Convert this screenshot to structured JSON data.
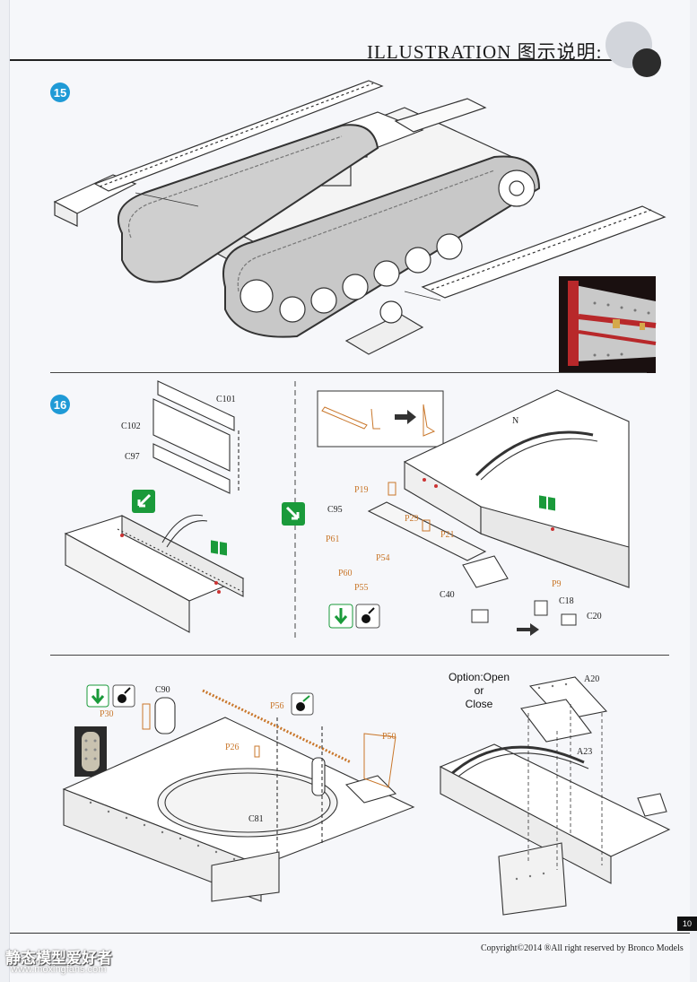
{
  "header": {
    "title": "ILLUSTRATION 图示说明:"
  },
  "steps": [
    {
      "number": "15"
    },
    {
      "number": "16"
    }
  ],
  "parts": {
    "c101": "C101",
    "c102": "C102",
    "c97": "C97",
    "n": "N",
    "p19": "P19",
    "c95": "C95",
    "p29": "P29",
    "p21": "P21",
    "p61": "P61",
    "p60": "P60",
    "p54": "P54",
    "p55": "P55",
    "c40": "C40",
    "p9": "P9",
    "c18": "C18",
    "c20": "C20",
    "c90": "C90",
    "p30": "P30",
    "p56": "P56",
    "p26": "P26",
    "p50": "P50",
    "c81": "C81",
    "a20": "A20",
    "a23": "A23"
  },
  "option": {
    "line1": "Option:Open",
    "line2": "or",
    "line3": "Close"
  },
  "footer": {
    "page_number": "10",
    "copyright": "Copyright©2014   ®All right reserved by Bronco Models"
  },
  "watermark": {
    "name": "静态模型爱好者",
    "url": "www.moxingfans.com"
  },
  "colors": {
    "step_badge": "#1f9ad6",
    "photo_etch_label": "#c9772b",
    "glue_icon_green": "#1a9a3a",
    "photo_detail_red": "#b8282a"
  }
}
